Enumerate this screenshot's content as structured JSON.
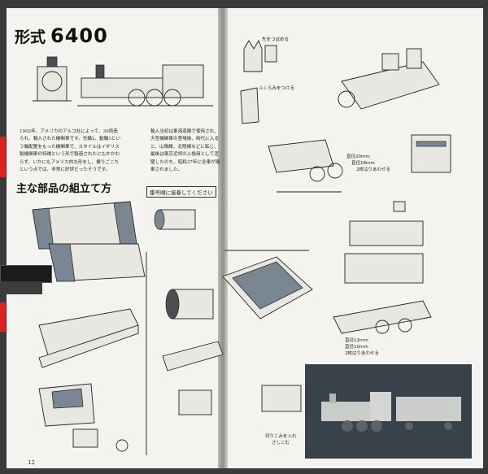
{
  "page": {
    "title_kind": "形式",
    "title_number": "6400",
    "section_heading": "主な部品の組立て方",
    "paragraph_left": "1902年、アメリカのアルコ社によって、30両造られ、輸入された機関車です。先輪2、動輪3という軸配置をもった機関車で、スタイルはイギリス製機関車の特徴という形で製造されたにもかかわらず、いかにもアメリカ的な形をし、乗りごこちという点では、非常に好評だったそうです。",
    "paragraph_right": "輸入当初は東海道線で使用され、大型機関車の登場後、時代に入ると、山陽線、北陸線などに転じ、最後は東京近郊の入換用として活躍したのち、昭和37年に全車が廃車されました。",
    "step_label": "番号順に接着してください",
    "folio": "12",
    "notes": {
      "bend_top": "先をつぼめる",
      "bulge": "ふくらみをつける",
      "pair_wheels_a_1": "直径20mm",
      "pair_wheels_a_2": "直径18mm",
      "pair_wheels_a_3": "2枚はりあわせる",
      "pair_wheels_b_1": "直径12mm",
      "pair_wheels_b_2": "直径10mm",
      "pair_wheels_b_3": "2枚はりあわせる",
      "slit_1": "切りこみを入れ",
      "slit_2": "さしこむ"
    }
  },
  "colors": {
    "accent_red": "#d22222",
    "paper": "#f4f3ef",
    "part_shade": "#7a8792",
    "photo_bg": "#38424b"
  },
  "icons": {
    "locomotive": "locomotive-drawing",
    "tender": "tender-drawing"
  }
}
